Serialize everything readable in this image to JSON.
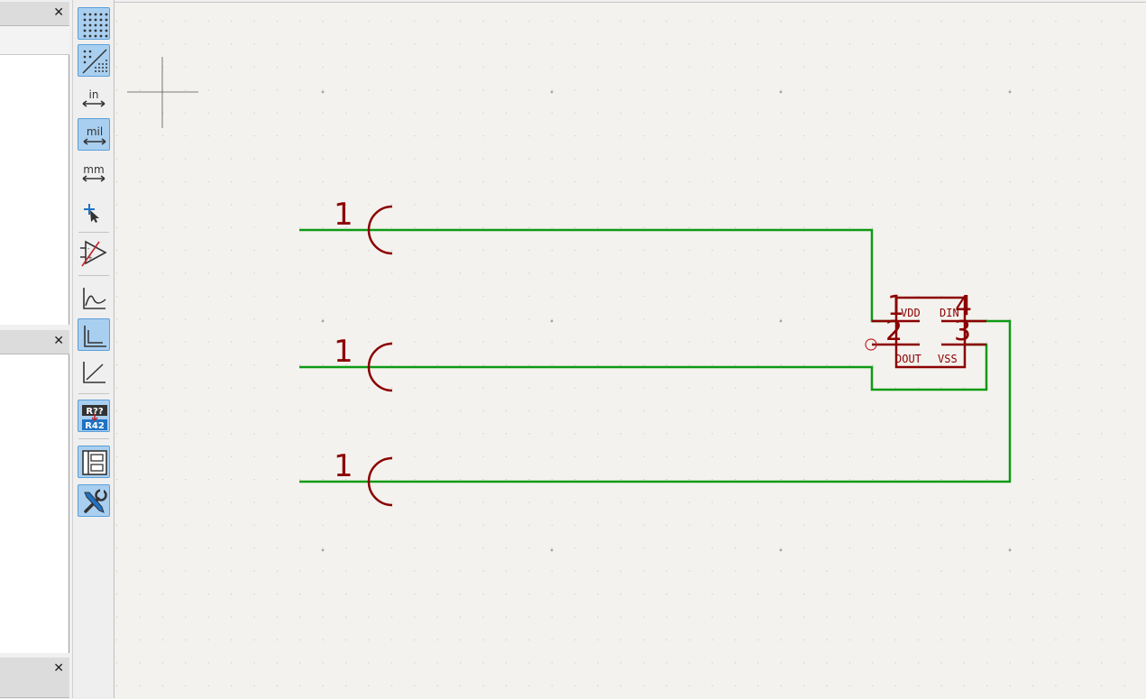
{
  "panels": {
    "close_symbol": "✕"
  },
  "toolbar": {
    "units": {
      "inches": "in",
      "mils": "mil",
      "millimeters": "mm"
    },
    "annotate": {
      "top": "R??",
      "bottom": "R42"
    }
  },
  "schematic": {
    "connector_pin_label": "1",
    "chip_pins": {
      "p1": "1",
      "p2": "2",
      "p3": "3",
      "p4": "4"
    },
    "chip_pin_names": {
      "vdd": "VDD",
      "din": "DIN",
      "dout": "DOUT",
      "vss": "VSS"
    }
  },
  "colors": {
    "wire": "#0e9a14",
    "component": "#8b0000",
    "canvas_bg": "#f4f2ee",
    "accent": "#1f72c4"
  }
}
